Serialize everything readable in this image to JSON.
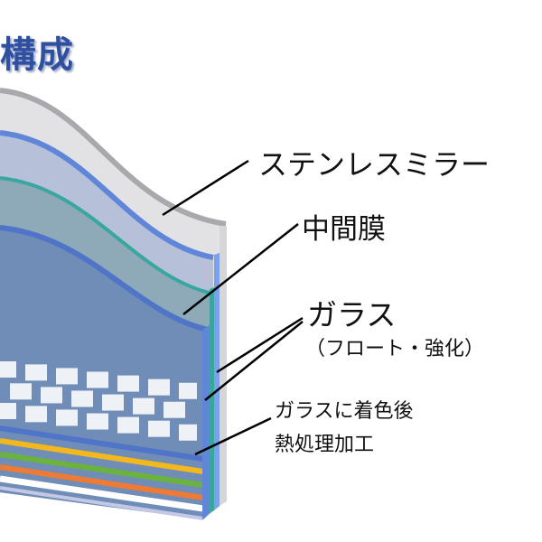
{
  "title": "構成",
  "labels": {
    "stainless_mirror": "ステンレスミラー",
    "interlayer": "中間膜",
    "glass": "ガラス",
    "glass_type": "（フロート・強化）",
    "colored_glass_line1": "ガラスに着色後",
    "colored_glass_line2": "熱処理加工"
  },
  "colors": {
    "title": "#2f4fa0",
    "stainless": "#e2e2e4",
    "interlayer": "#b6c0d8",
    "glass": "#8ea9b8",
    "body": "#6f8db6",
    "accent_blue": "#4f74c8",
    "teal": "#3aa6a0",
    "yellow": "#f2b81e",
    "green": "#6cb33e",
    "orange": "#ef7a34"
  }
}
